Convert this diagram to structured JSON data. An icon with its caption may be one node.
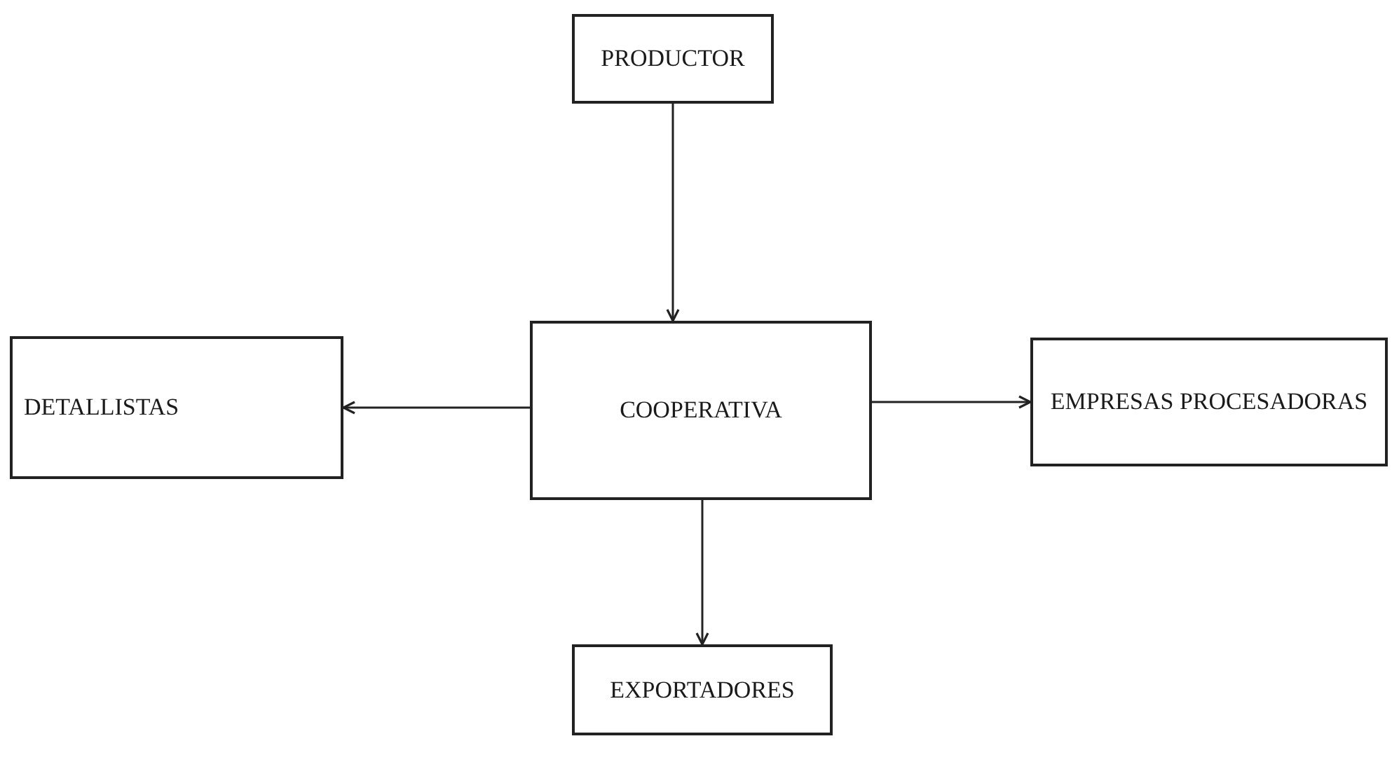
{
  "diagram": {
    "nodes": [
      {
        "text": [
          "PRODUCTOR"
        ]
      },
      {
        "text": [
          "COOPERATIVA"
        ]
      },
      {
        "text": [
          "DETALLISTAS"
        ]
      },
      {
        "text": [
          "EMPRESAS PROCESADORAS"
        ]
      },
      {
        "text": [
          "EXPORTADORES"
        ]
      }
    ],
    "edges": [
      {
        "from": 0,
        "to": 1,
        "arrow": "to"
      },
      {
        "from": 1,
        "to": 2,
        "arrow": "to"
      },
      {
        "from": 1,
        "to": 3,
        "arrow": "to"
      },
      {
        "from": 1,
        "to": 4,
        "arrow": "to"
      }
    ]
  }
}
